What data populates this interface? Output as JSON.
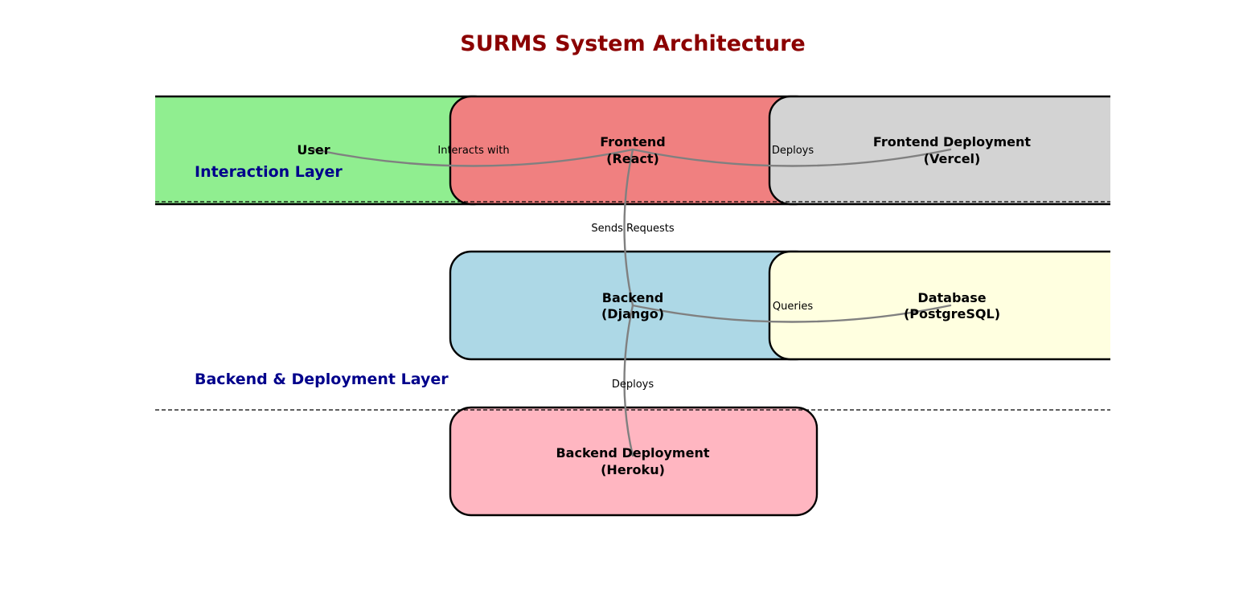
{
  "title": "SURMS System Architecture",
  "colors": {
    "title": "#8b0000",
    "layer_label": "#00008b",
    "edge": "#808080",
    "user": "#90ee90",
    "frontend": "#f08080",
    "frontend_deploy": "#d3d3d3",
    "backend": "#add8e6",
    "database": "#ffffe0",
    "backend_deploy": "#ffb6c1"
  },
  "layers": {
    "interaction": "Interaction Layer",
    "backend": "Backend & Deployment Layer"
  },
  "nodes": {
    "user": {
      "line1": "User"
    },
    "frontend": {
      "line1": "Frontend",
      "line2": "(React)"
    },
    "frontend_deploy": {
      "line1": "Frontend Deployment",
      "line2": "(Vercel)"
    },
    "backend": {
      "line1": "Backend",
      "line2": "(Django)"
    },
    "database": {
      "line1": "Database",
      "line2": "(PostgreSQL)"
    },
    "backend_deploy": {
      "line1": "Backend Deployment",
      "line2": "(Heroku)"
    }
  },
  "edges": {
    "user_frontend": "Interacts with",
    "frontend_deploy": "Deploys",
    "frontend_backend": "Sends Requests",
    "backend_database": "Queries",
    "backend_deploy": "Deploys"
  }
}
